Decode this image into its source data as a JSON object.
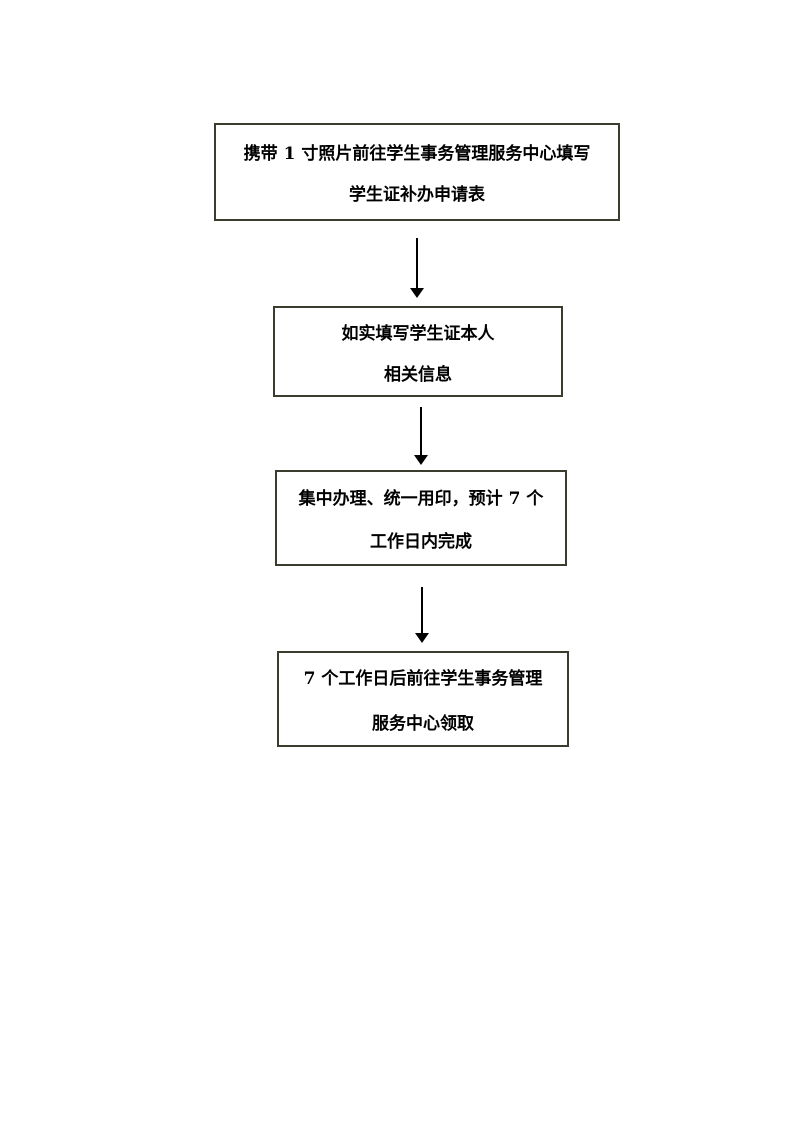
{
  "flowchart": {
    "steps": [
      {
        "line1": "携带 1 寸照片前往学生事务管理服务中心填写",
        "line2": "学生证补办申请表"
      },
      {
        "line1": "如实填写学生证本人",
        "line2": "相关信息"
      },
      {
        "line1": "集中办理、统一用印，预计 7 个",
        "line2": "工作日内完成"
      },
      {
        "line1": "7 个工作日后前往学生事务管理",
        "line2": "服务中心领取"
      }
    ]
  }
}
